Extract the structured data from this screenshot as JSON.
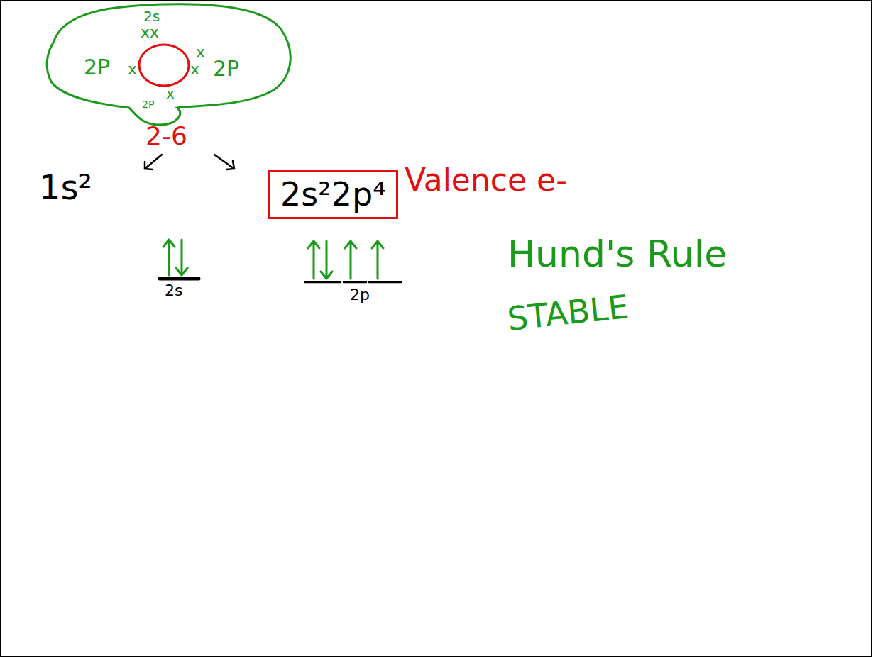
{
  "diagram": {
    "nodes": [
      {
        "text": [
          "2s",
          "xx",
          "2P",
          "x",
          "x",
          "x",
          "2P",
          "x",
          "2P"
        ]
      },
      {
        "text": [
          "2s²2p⁴"
        ]
      }
    ],
    "labels": [
      "2-6",
      "1s²",
      "Valence e-",
      "2s",
      "2p",
      "Hund's Rule",
      "STABLE"
    ]
  }
}
